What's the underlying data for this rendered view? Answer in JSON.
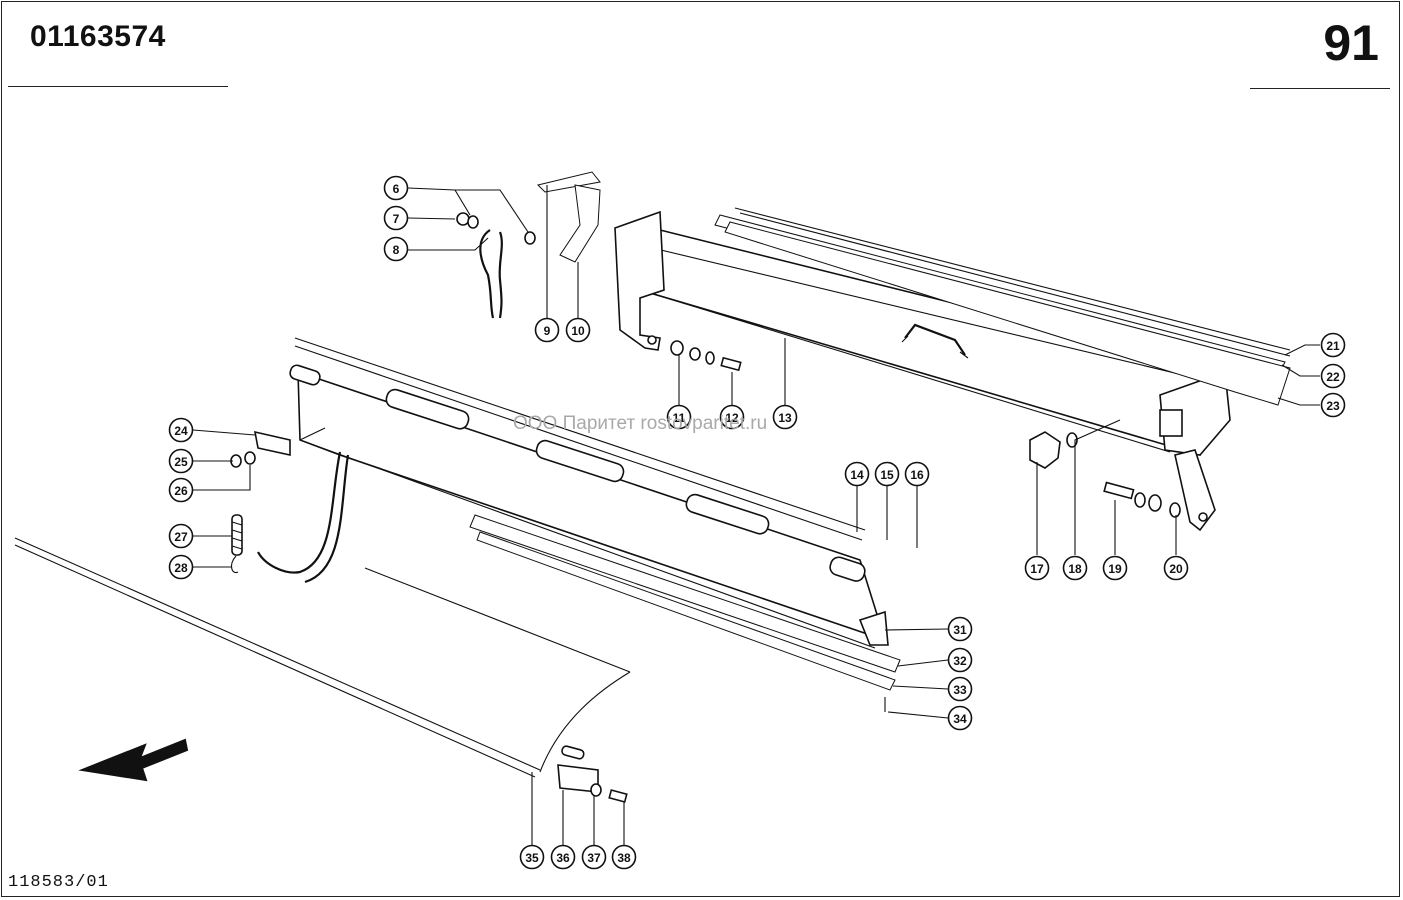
{
  "header": {
    "doc_number": "01163574",
    "page_number": "91"
  },
  "footer": {
    "drawing_ref": "118583/01"
  },
  "watermark": "ООО Паритет  rostovparitet.ru",
  "callouts": [
    "6",
    "7",
    "8",
    "9",
    "10",
    "11",
    "12",
    "13",
    "14",
    "15",
    "16",
    "17",
    "18",
    "19",
    "20",
    "21",
    "22",
    "23",
    "24",
    "25",
    "26",
    "27",
    "28",
    "31",
    "32",
    "33",
    "34",
    "35",
    "36",
    "37",
    "38"
  ],
  "icons": {
    "direction_arrow": "arrow-down-left-icon"
  }
}
